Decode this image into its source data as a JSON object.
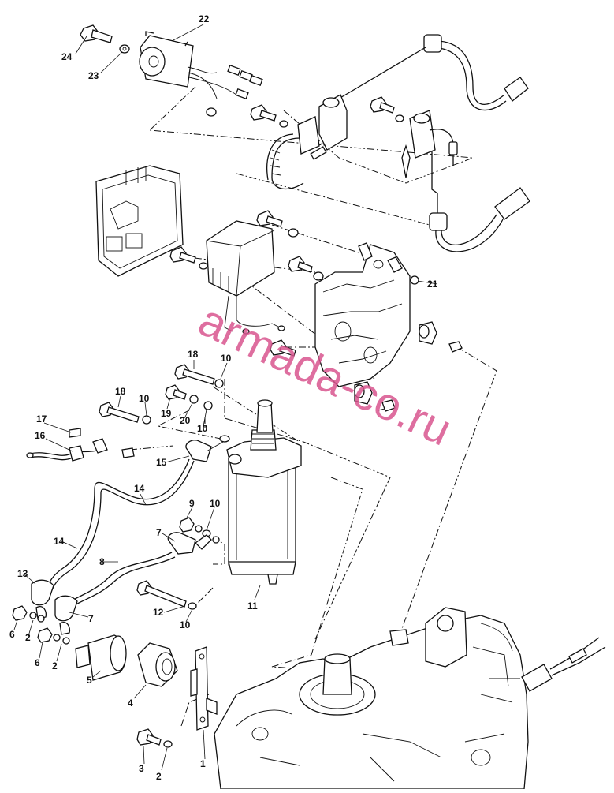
{
  "watermark": "armada-co.ru",
  "callouts": {
    "c1": "1",
    "c2a": "2",
    "c2b": "2",
    "c2c": "2",
    "c3": "3",
    "c4": "4",
    "c5": "5",
    "c6a": "6",
    "c6b": "6",
    "c7a": "7",
    "c7b": "7",
    "c8": "8",
    "c9": "9",
    "c10a": "10",
    "c10b": "10",
    "c10c": "10",
    "c10d": "10",
    "c10e": "10",
    "c11": "11",
    "c12": "12",
    "c13": "13",
    "c14a": "14",
    "c14b": "14",
    "c15": "15",
    "c16": "16",
    "c17": "17",
    "c18a": "18",
    "c18b": "18",
    "c19": "19",
    "c20": "20",
    "c21": "21",
    "c22": "22",
    "c23": "23",
    "c24": "24"
  },
  "colors": {
    "line": "#111111",
    "watermark": "#d9558f",
    "background": "#ffffff"
  }
}
